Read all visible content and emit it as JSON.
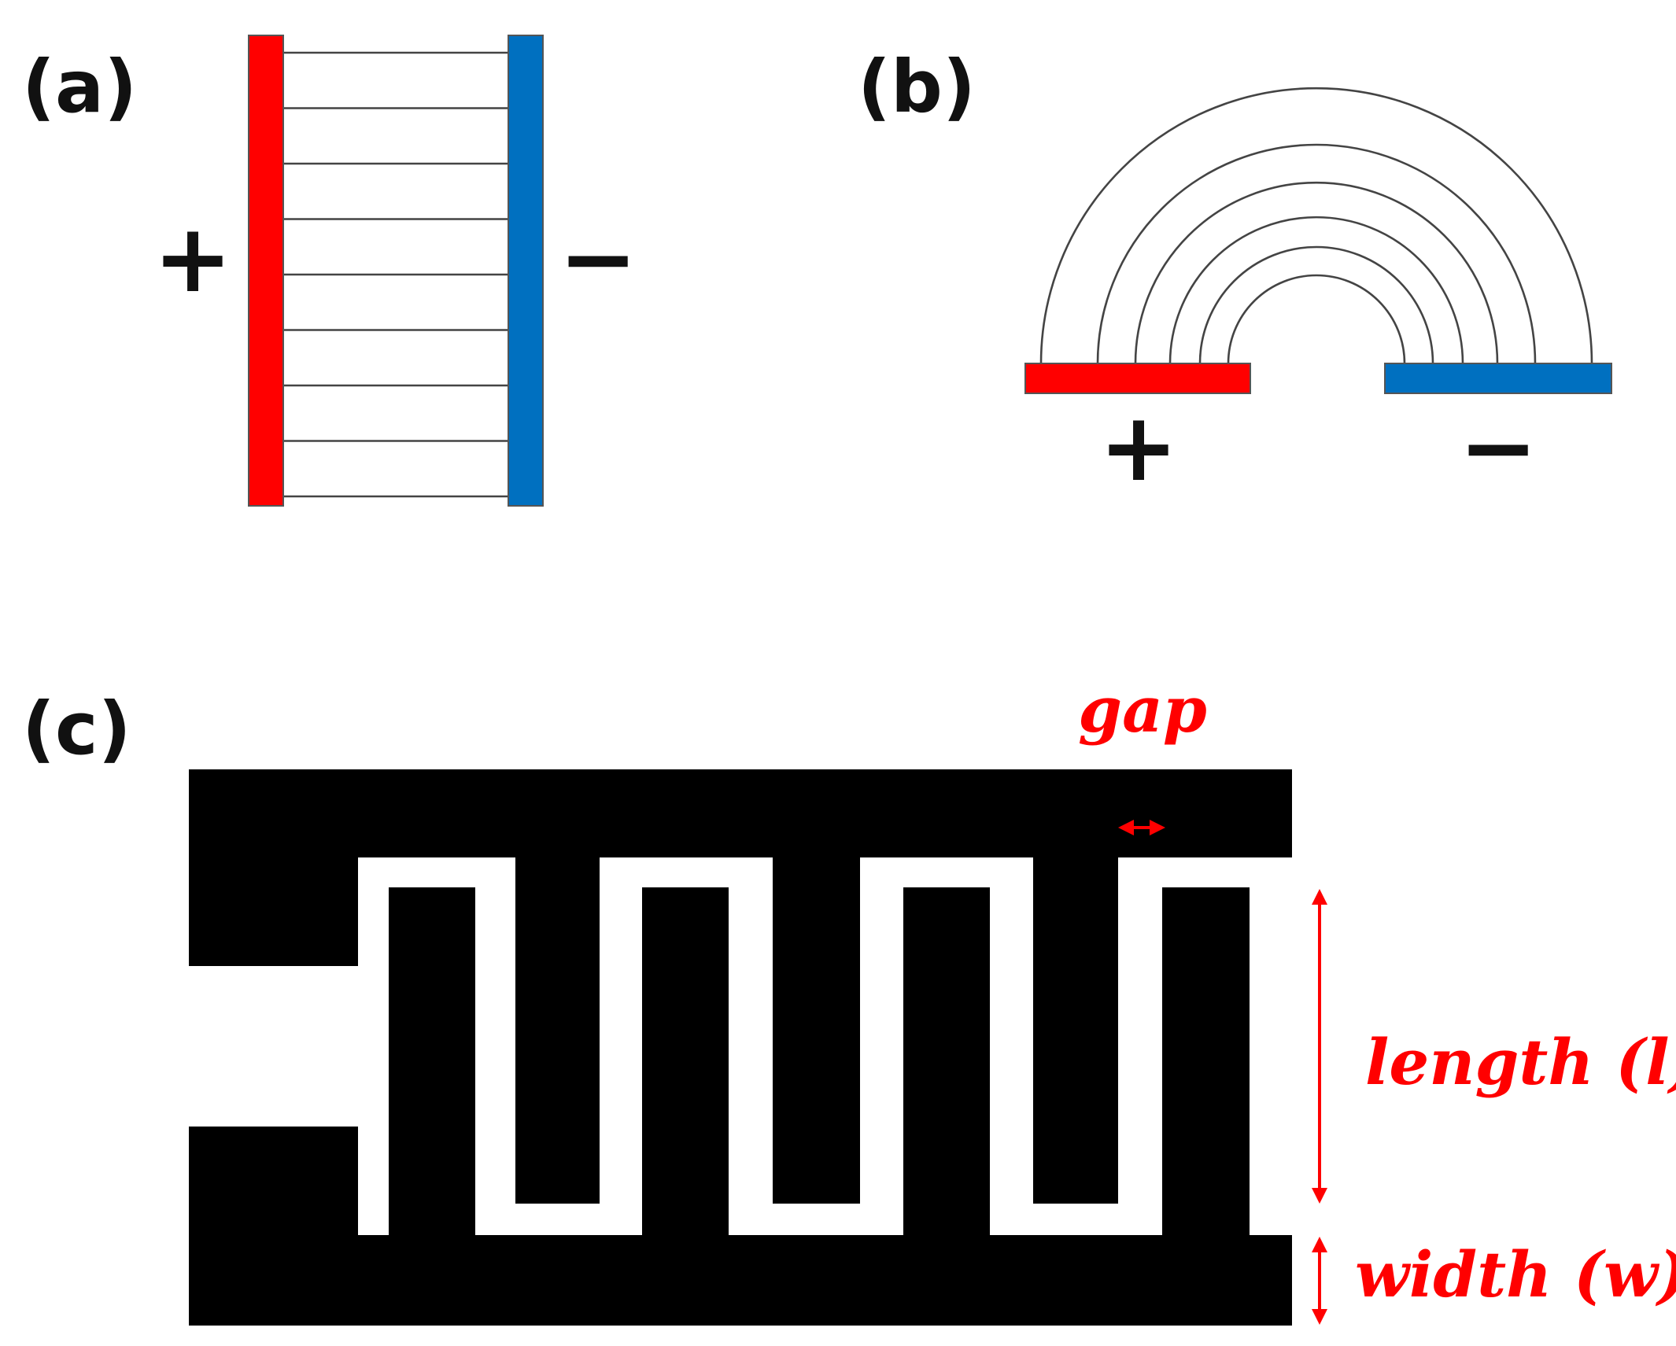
{
  "panels": {
    "a": {
      "label": "(a)",
      "positive": "+",
      "negative": "−",
      "field_line_count": 9
    },
    "b": {
      "label": "(b)",
      "positive": "+",
      "negative": "−",
      "arc_count": 6
    },
    "c": {
      "label": "(c)",
      "gap_label": "gap",
      "length_label": "length (l)",
      "width_label": "width (w)"
    }
  },
  "colors": {
    "positive_electrode": "#ff0000",
    "negative_electrode": "#0070c0",
    "electrode_pattern": "#000000",
    "dimension_annotation": "#ff0000"
  }
}
